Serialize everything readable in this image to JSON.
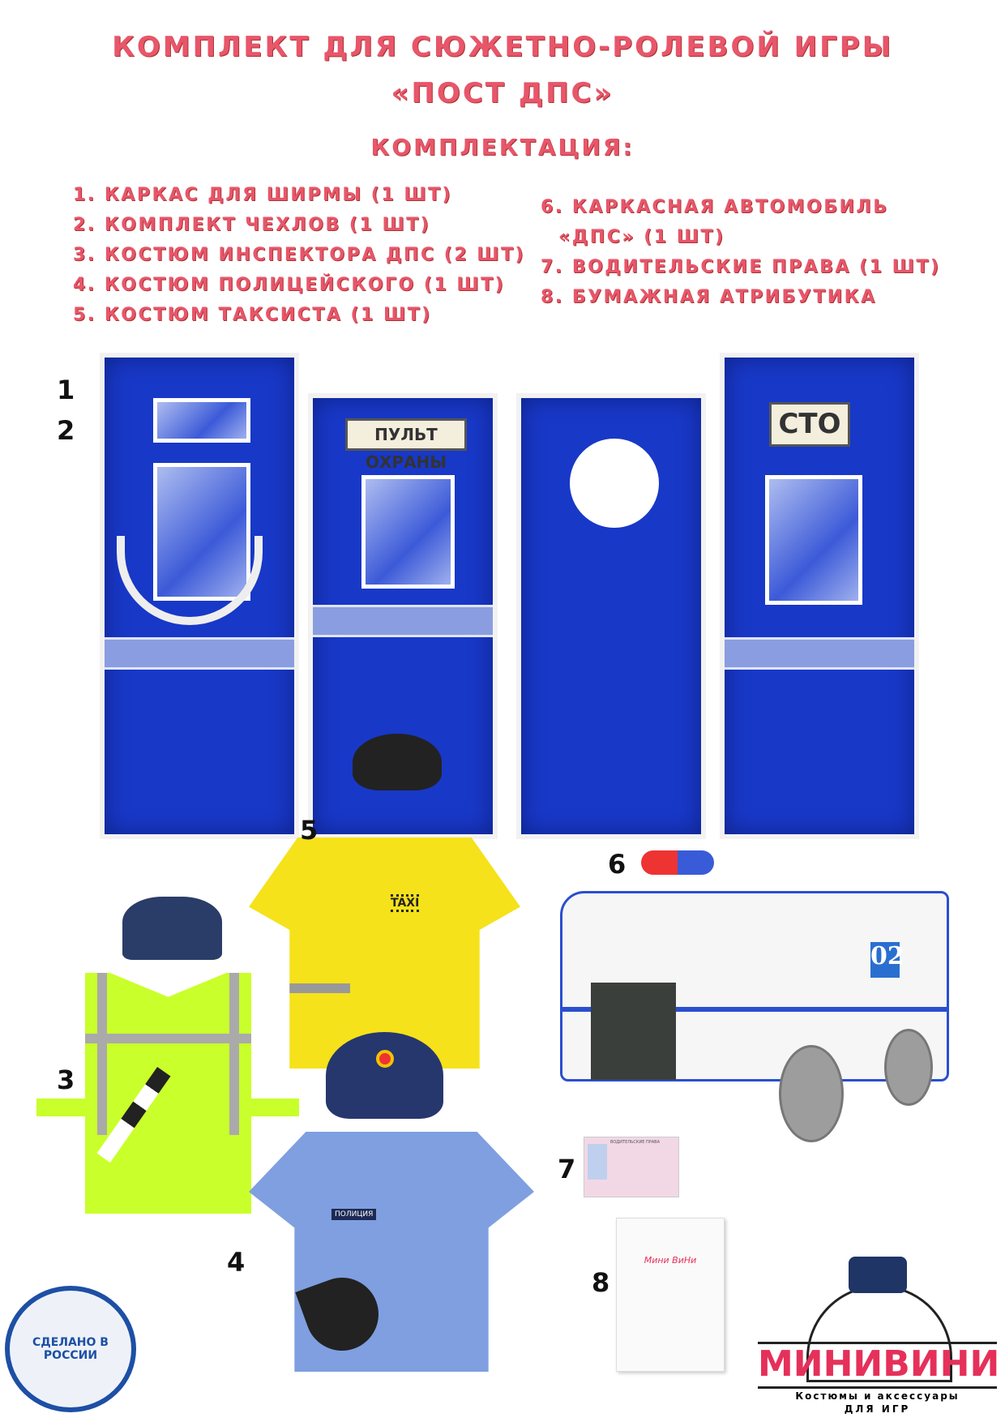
{
  "header": {
    "title_line1": "КОМПЛЕКТ ДЛЯ СЮЖЕТНО-РОЛЕВОЙ ИГРЫ",
    "title_line2": "«ПОСТ ДПС»",
    "subtitle": "КОМПЛЕКТАЦИЯ:"
  },
  "items_left": [
    "1. КАРКАС ДЛЯ ШИРМЫ (1 ШТ)",
    "2. КОМПЛЕКТ ЧЕХЛОВ (1 ШТ)",
    "3. КОСТЮМ ИНСПЕКТОРА ДПС (2 ШТ)",
    "4. КОСТЮМ ПОЛИЦЕЙСКОГО (1 ШТ)",
    "5. КОСТЮМ ТАКСИСТА (1 ШТ)"
  ],
  "items_right": [
    "6. КАРКАСНАЯ АВТОМОБИЛЬ",
    "«ДПС» (1 ШТ)",
    "7. ВОДИТЕЛЬСКИЕ ПРАВА (1 ШТ)",
    "8. БУМАЖНАЯ АТРИБУТИКА"
  ],
  "markers": [
    "1",
    "2",
    "3",
    "4",
    "5",
    "6",
    "7",
    "8"
  ],
  "screen": {
    "sign1": "ПУЛЬТ ОХРАНЫ",
    "sign2": "СТО"
  },
  "taxi_label": "TAXI",
  "police_label": "ПОЛИЦИЯ",
  "car_number": "02",
  "license_title": "ВОДИТЕЛЬСКИЕ ПРАВА",
  "paper_brand": "Мини ВиНи",
  "badge": "СДЕЛАНО В РОССИИ",
  "logo": {
    "name": "МИНИВИНИ",
    "tagline1": "Костюмы и аксессуары",
    "tagline2": "для игр"
  },
  "colors": {
    "accent": "#e8566a",
    "screen_blue": "#1838c8",
    "logo_pink": "#e5305a"
  }
}
